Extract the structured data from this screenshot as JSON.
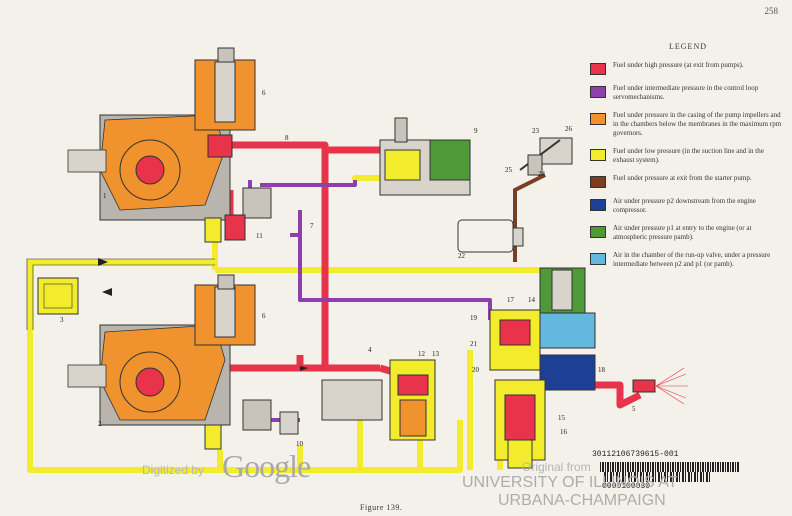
{
  "page_number": "258",
  "legend": {
    "title": "LEGEND",
    "items": [
      {
        "color": "#e8334a",
        "text": "Fuel under high pressure (at exit from pumps)."
      },
      {
        "color": "#8e3fae",
        "text": "Fuel under intermediate pressure in the control loop servomechanisms."
      },
      {
        "color": "#f0922e",
        "text": "Fuel under pressure in the casing of the pump impellers and in the chambers below the membranes in the maximum rpm governors."
      },
      {
        "color": "#f2ec2c",
        "text": "Fuel under low pressure (in the suction line and in the exhaust system)."
      },
      {
        "color": "#7a3e22",
        "text": "Fuel under pressure at exit from the starter pump."
      },
      {
        "color": "#1d3f95",
        "text": "Air under pressure p2 downstream from the engine compressor."
      },
      {
        "color": "#4f9a38",
        "text": "Air under pressure p1 at entry to the engine (or at atmospheric pressure pamb)."
      },
      {
        "color": "#62b8de",
        "text": "Air in the chamber of the run-up valve, under a pressure intermediate between p2 and p1 (or pamb)."
      }
    ]
  },
  "callouts": [
    "1",
    "2",
    "3",
    "4",
    "5",
    "6",
    "6",
    "7",
    "8",
    "9",
    "10",
    "11",
    "12",
    "13",
    "14",
    "15",
    "16",
    "17",
    "18",
    "19",
    "20",
    "21",
    "22",
    "23",
    "24",
    "25",
    "26"
  ],
  "figure_caption": "Figure 139.",
  "watermarks": {
    "digitized": "Digitized by",
    "google": "Google",
    "original_from": "Original from",
    "university": "UNIVERSITY OF ILLINOIS AT",
    "urbana": "URBANA-CHAMPAIGN"
  },
  "barcode": {
    "number": "30112106739615-001",
    "number2": "0000100030"
  }
}
